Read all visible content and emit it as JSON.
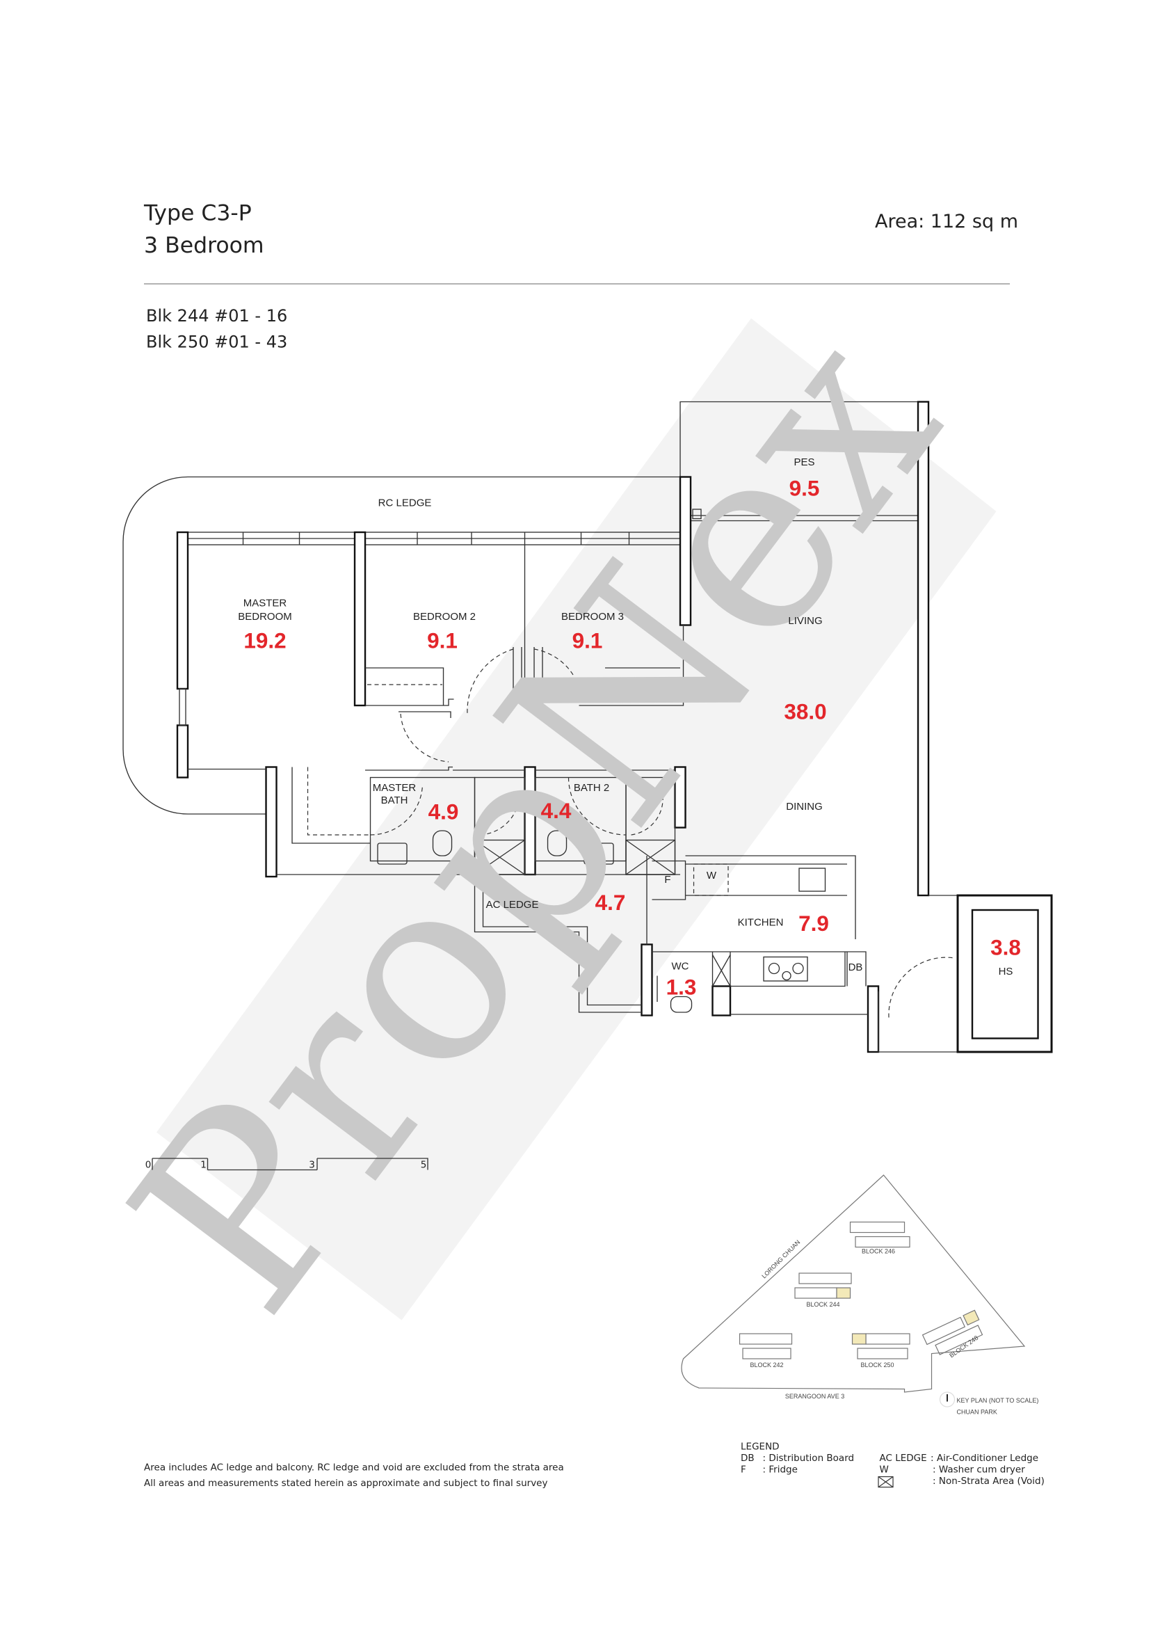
{
  "header": {
    "unit_type": "Type C3-P",
    "bedrooms": "3 Bedroom",
    "area": "Area: 112 sq m",
    "units": [
      "Blk 244 #01 - 16",
      "Blk 250 #01 - 43"
    ]
  },
  "watermark": "PropNex",
  "rooms": {
    "rc_ledge": "RC LEDGE",
    "master_bedroom": {
      "label1": "MASTER",
      "label2": "BEDROOM",
      "area": "19.2"
    },
    "bedroom2": {
      "label": "BEDROOM 2",
      "area": "9.1"
    },
    "bedroom3": {
      "label": "BEDROOM 3",
      "area": "9.1"
    },
    "pes": {
      "label": "PES",
      "area": "9.5"
    },
    "living": {
      "label": "LIVING",
      "area": "38.0"
    },
    "dining": {
      "label": "DINING"
    },
    "master_bath": {
      "label1": "MASTER",
      "label2": "BATH",
      "area": "4.9"
    },
    "bath2": {
      "label": "BATH 2",
      "area": "4.4"
    },
    "ac_ledge": {
      "label": "AC LEDGE",
      "area": "4.7"
    },
    "kitchen": {
      "label": "KITCHEN",
      "area": "7.9"
    },
    "wc": {
      "label": "WC",
      "area": "1.3"
    },
    "hs": {
      "label": "HS",
      "area": "3.8"
    },
    "fridge": "F",
    "washer": "W",
    "db": "DB"
  },
  "scale_bar": {
    "ticks": [
      "0",
      "1",
      "3",
      "5"
    ]
  },
  "key_plan": {
    "road_west": "LORONG CHUAN",
    "road_south": "SERANGOON AVE 3",
    "title": "KEY PLAN (NOT TO SCALE)",
    "project": "CHUAN PARK",
    "blocks": [
      "BLOCK 246",
      "BLOCK 244",
      "BLOCK 242",
      "BLOCK 250",
      "BLOCK 248"
    ],
    "highlight_color": "#f3e9b8"
  },
  "notes": [
    "Area includes AC ledge and balcony. RC ledge and void are excluded from the strata area",
    "All areas and measurements stated herein as approximate and subject to final survey"
  ],
  "legend": {
    "title": "LEGEND",
    "items": [
      {
        "key": "DB",
        "desc": ": Distribution Board"
      },
      {
        "key": "F",
        "desc": ": Fridge"
      },
      {
        "key": "AC LEDGE",
        "desc": ": Air-Conditioner Ledge"
      },
      {
        "key": "W",
        "desc": ": Washer cum dryer"
      },
      {
        "key": "void-icon",
        "desc": ": Non-Strata Area (Void)"
      }
    ]
  },
  "colors": {
    "area_red": "#e3262b",
    "watermark": "#cfcfcf"
  }
}
